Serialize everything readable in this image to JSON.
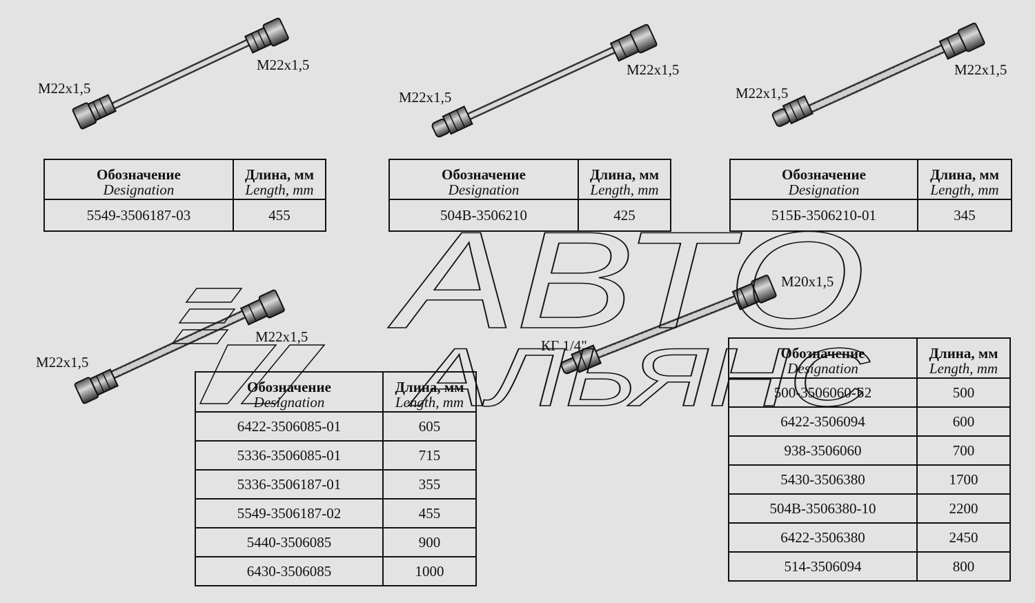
{
  "watermark": {
    "line1": "АВТО",
    "line2": "АЛЬЯНС"
  },
  "headers": {
    "designation_ru": "Обозначение",
    "designation_en": "Designation",
    "length_ru": "Длина, мм",
    "length_en": "Length, mm"
  },
  "hoses": [
    {
      "label_left": "M22x1,5",
      "label_right": "M22x1,5"
    },
    {
      "label_left": "M22x1,5",
      "label_right": "M22x1,5"
    },
    {
      "label_left": "M22x1,5",
      "label_right": "M22x1,5"
    },
    {
      "label_left": "M22x1,5",
      "label_right": "M22x1,5"
    },
    {
      "label_left": "КГ 1/4\"",
      "label_right": "M20x1,5"
    }
  ],
  "tables": [
    {
      "rows": [
        {
          "designation": "5549-3506187-03",
          "length": "455"
        }
      ]
    },
    {
      "rows": [
        {
          "designation": "504В-3506210",
          "length": "425"
        }
      ]
    },
    {
      "rows": [
        {
          "designation": "515Б-3506210-01",
          "length": "345"
        }
      ]
    },
    {
      "rows": [
        {
          "designation": "6422-3506085-01",
          "length": "605"
        },
        {
          "designation": "5336-3506085-01",
          "length": "715"
        },
        {
          "designation": "5336-3506187-01",
          "length": "355"
        },
        {
          "designation": "5549-3506187-02",
          "length": "455"
        },
        {
          "designation": "5440-3506085",
          "length": "900"
        },
        {
          "designation": "6430-3506085",
          "length": "1000"
        }
      ]
    },
    {
      "rows": [
        {
          "designation": "500-3506060-Б2",
          "length": "500"
        },
        {
          "designation": "6422-3506094",
          "length": "600"
        },
        {
          "designation": "938-3506060",
          "length": "700"
        },
        {
          "designation": "5430-3506380",
          "length": "1700"
        },
        {
          "designation": "504В-3506380-10",
          "length": "2200"
        },
        {
          "designation": "6422-3506380",
          "length": "2450"
        },
        {
          "designation": "514-3506094",
          "length": "800"
        }
      ]
    }
  ]
}
